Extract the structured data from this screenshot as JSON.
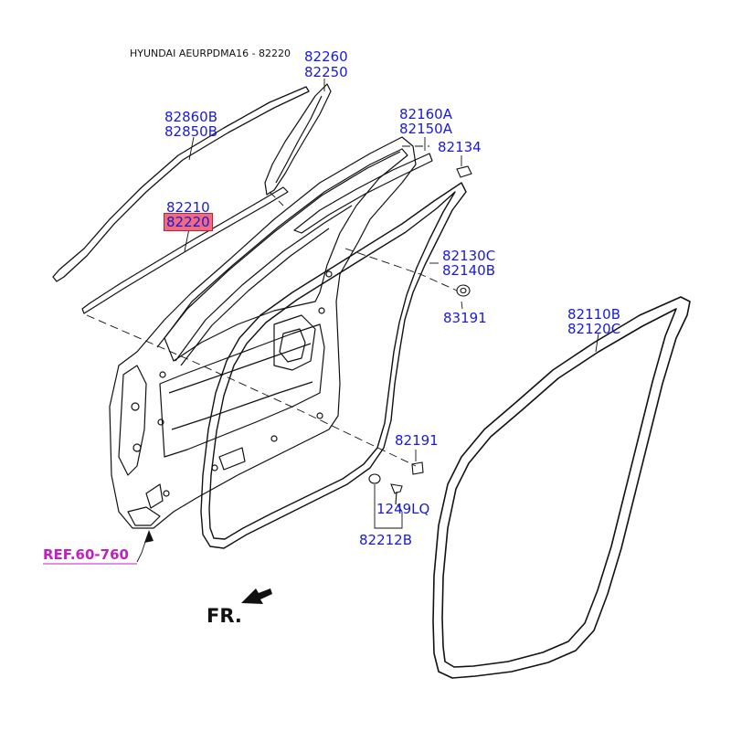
{
  "header": "HYUNDAI AEURPDMA16 - 82220",
  "labels": {
    "l82260": "82260",
    "l82250": "82250",
    "l82860B": "82860B",
    "l82850B": "82850B",
    "l82210": "82210",
    "l82220": "82220",
    "l82160A": "82160A",
    "l82150A": "82150A",
    "l82134": "82134",
    "l82130C": "82130C",
    "l82140B": "82140B",
    "l83191": "83191",
    "l82110B": "82110B",
    "l82120C": "82120C",
    "l82191": "82191",
    "l1249LQ": "1249LQ",
    "l82212B": "82212B"
  },
  "ref": "REF.60-760",
  "fr": "FR.",
  "colors": {
    "label_blue": "#1a1ad6",
    "ref_magenta": "#c020c0",
    "highlight": "#f06a80",
    "line_black": "#111111"
  }
}
